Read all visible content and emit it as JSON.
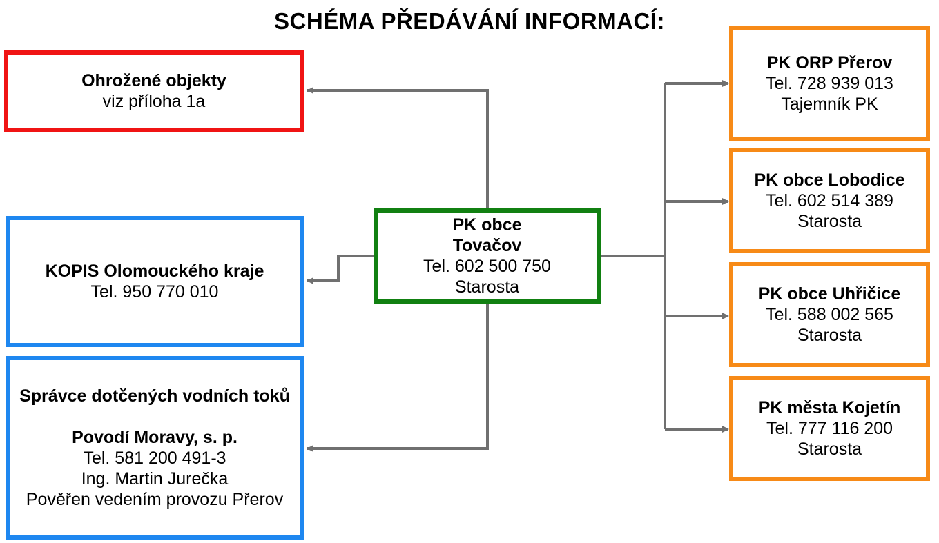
{
  "title": "SCHÉMA PŘEDÁVÁNÍ INFORMACÍ:",
  "center": {
    "name_line1": "PK obce",
    "name_line2": "Tovačov",
    "tel": "Tel. 602 500 750",
    "role": "Starosta"
  },
  "left": {
    "threatened": {
      "name": "Ohrožené objekty",
      "note": "viz příloha 1a"
    },
    "kopis": {
      "name": "KOPIS Olomouckého kraje",
      "tel": "Tel. 950 770 010"
    },
    "water": {
      "heading": "Správce dotčených vodních toků",
      "org": "Povodí Moravy, s. p.",
      "tel": "Tel. 581 200 491-3",
      "person": "Ing. Martin Jurečka",
      "role": "Pověřen vedením provozu Přerov"
    }
  },
  "right": [
    {
      "name": "PK ORP Přerov",
      "tel": "Tel.  728 939 013",
      "role": "Tajemník PK"
    },
    {
      "name": "PK obce Lobodice",
      "tel": "Tel. 602 514 389",
      "role": "Starosta"
    },
    {
      "name": "PK obce Uhřičice",
      "tel": "Tel. 588 002 565",
      "role": "Starosta"
    },
    {
      "name": "PK města Kojetín",
      "tel": "Tel. 777 116 200",
      "role": "Starosta"
    }
  ],
  "colors": {
    "red": "#f01414",
    "blue": "#1e87f0",
    "green": "#118011",
    "orange": "#f78a17",
    "connector": "#707070"
  }
}
